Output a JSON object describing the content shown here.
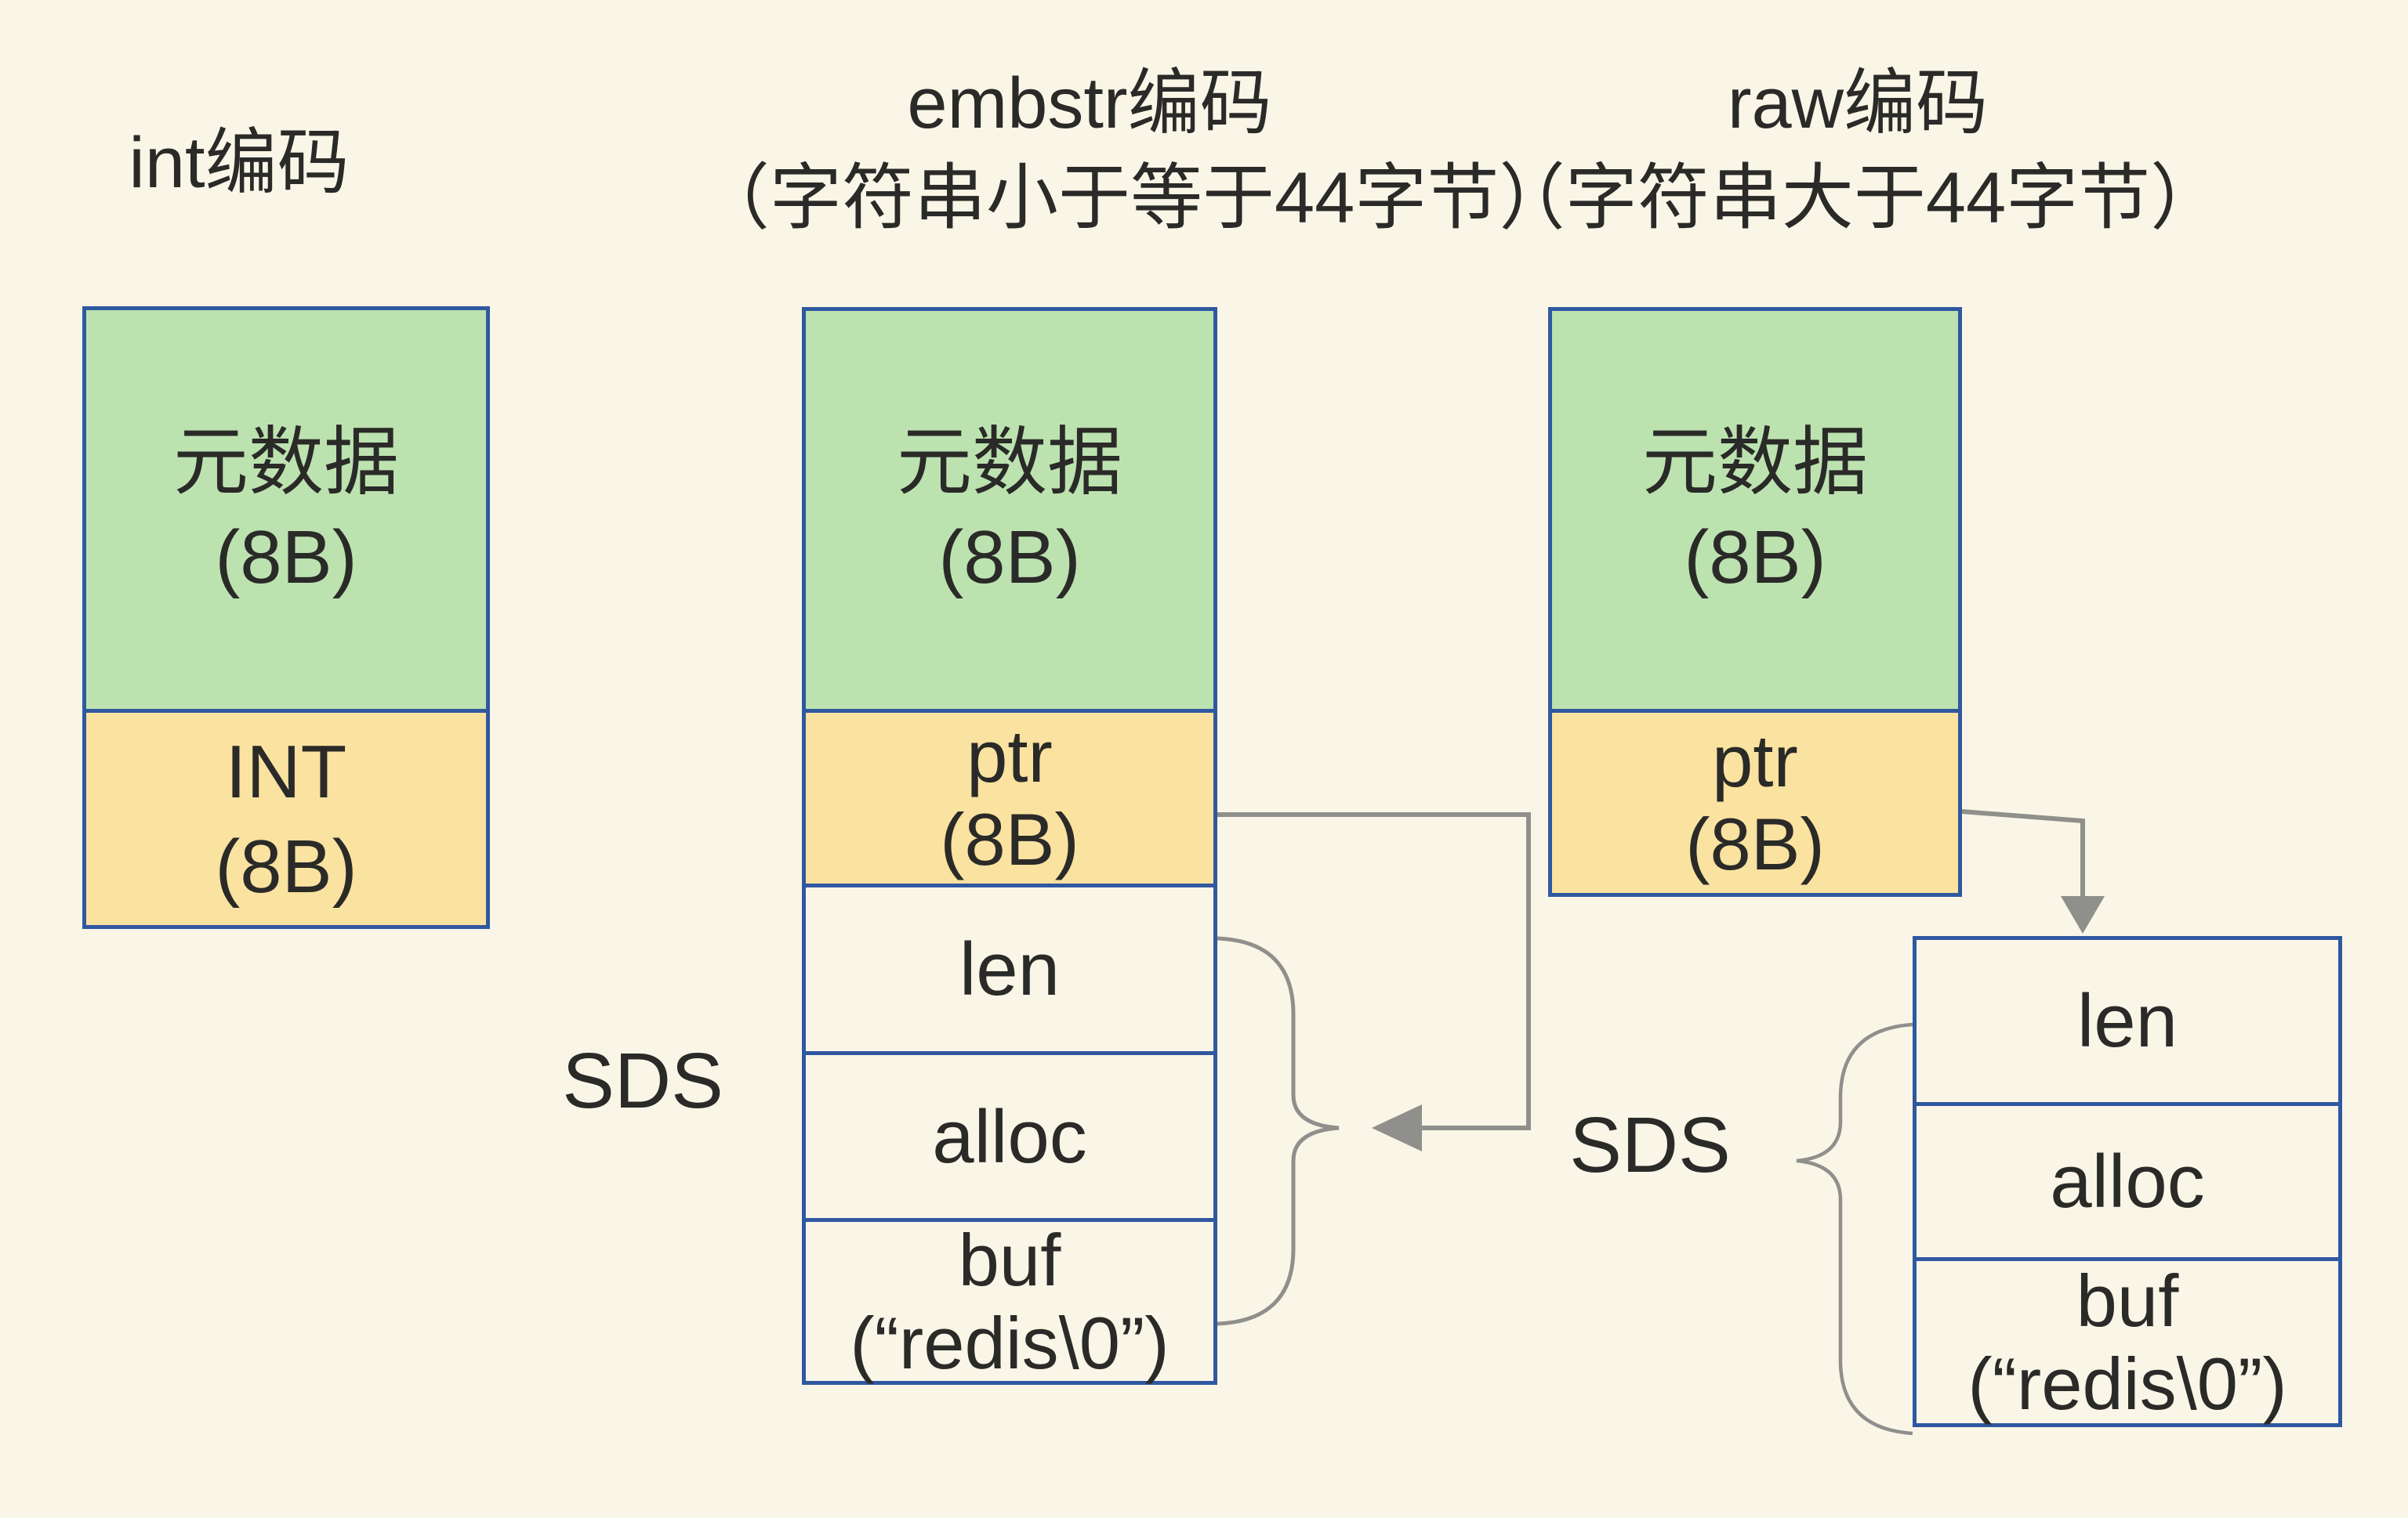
{
  "colors": {
    "background": "#F9F6E7",
    "metadata_cell_green": "#BCE2B0",
    "pointer_cell_yellow": "#FAE2A0",
    "box_border_blue": "#3058A0",
    "arrow_gray": "#8F8F8C",
    "text": "#2A2A28"
  },
  "int_column": {
    "title": "int编码",
    "meta_cell": {
      "line1": "元数据",
      "line2": "(8B)"
    },
    "int_cell": {
      "line1": "INT",
      "line2": "(8B)"
    }
  },
  "embstr_column": {
    "title_line1": "embstr编码",
    "title_line2": "（字符串小于等于44字节）",
    "meta_cell": {
      "line1": "元数据",
      "line2": "(8B)"
    },
    "ptr_cell": {
      "line1": "ptr",
      "line2": "(8B)"
    },
    "sds_label": "SDS",
    "len_cell": "len",
    "alloc_cell": "alloc",
    "buf_cell": {
      "line1": "buf",
      "line2": "(“redis\\0”)"
    }
  },
  "raw_column": {
    "title_line1": "raw编码",
    "title_line2": "（字符串大于44字节）",
    "meta_cell": {
      "line1": "元数据",
      "line2": "(8B)"
    },
    "ptr_cell": {
      "line1": "ptr",
      "line2": "(8B)"
    },
    "sds_label": "SDS",
    "len_cell": "len",
    "alloc_cell": "alloc",
    "buf_cell": {
      "line1": "buf",
      "line2": "(“redis\\0”)"
    }
  }
}
